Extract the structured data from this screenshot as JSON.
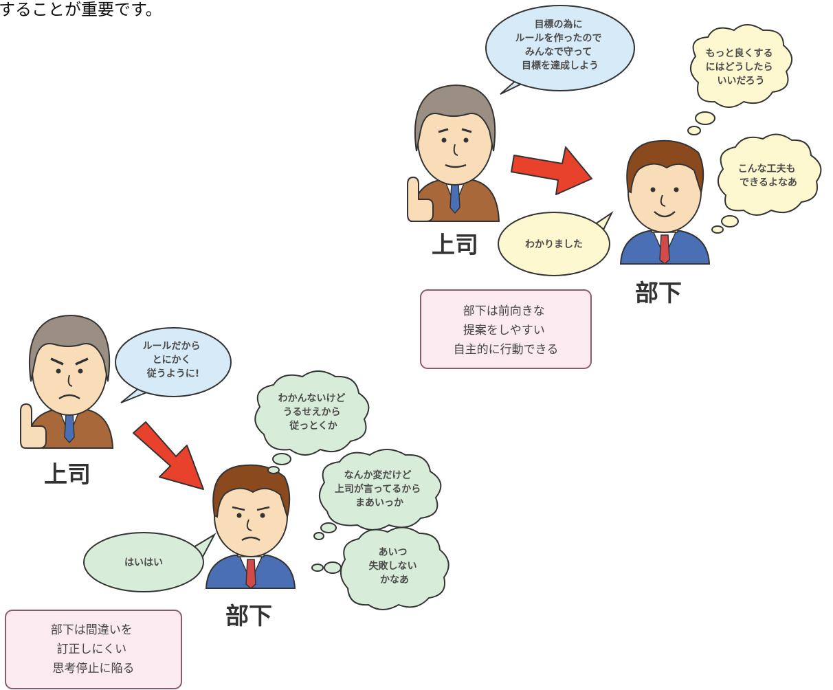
{
  "top_fragment": "することが重要です。",
  "colors": {
    "bubble_blue": "#d6ebf7",
    "bubble_yellow": "#fdf8cf",
    "bubble_green": "#d8edd9",
    "note_fill": "#fbeaf0",
    "note_border": "#8c5a6e",
    "arrow_red": "#e8412c",
    "suit_boss": "#a9683a",
    "suit_sub": "#4a6fb5"
  },
  "good": {
    "boss_label": "上司",
    "sub_label": "部下",
    "boss_speech": [
      "目標の為に",
      "ルールを作ったので",
      "みんなで守って",
      "目標を達成しよう"
    ],
    "sub_reply": "わかりました",
    "thought_1": [
      "もっと良くする",
      "にはどうしたら",
      "いいだろう"
    ],
    "thought_2": [
      "こんな工夫も",
      "できるよなあ"
    ],
    "note": [
      "部下は前向きな",
      "提案をしやすい",
      "自主的に行動できる"
    ]
  },
  "bad": {
    "boss_label": "上司",
    "sub_label": "部下",
    "boss_speech": [
      "ルールだから",
      "とにかく",
      "従うように!"
    ],
    "sub_reply": "はいはい",
    "thought_1": [
      "わかんないけど",
      "うるせえから",
      "従っとくか"
    ],
    "thought_2": [
      "なんか変だけど",
      "上司が言ってるから",
      "まあいっか"
    ],
    "thought_3": [
      "あいつ",
      "失敗しない",
      "かなあ"
    ],
    "note": [
      "部下は間違いを",
      "訂正しにくい",
      "思考停止に陥る"
    ]
  }
}
